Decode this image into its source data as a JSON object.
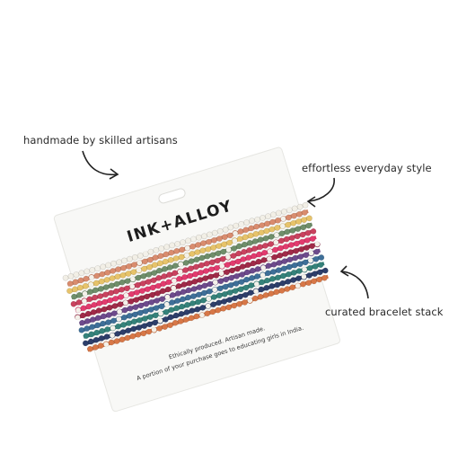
{
  "callouts": [
    {
      "text": "handmade by skilled artisans"
    },
    {
      "text": "effortless everyday style"
    },
    {
      "text": "curated bracelet stack"
    }
  ],
  "card": {
    "brand": "INK+ALLOY",
    "line1": "Ethically produced. Artisan made.",
    "line2": "A portion of your purchase goes to educating girls in India.",
    "color": "#f8f8f6"
  },
  "bead_strands": [
    {
      "color": "#f2efe6"
    },
    {
      "color": "#d98c6e"
    },
    {
      "color": "#e7c36a"
    },
    {
      "color": "#6f8e6a"
    },
    {
      "color": "#c9425f"
    },
    {
      "color": "#e23b6e"
    },
    {
      "color": "#a02a48"
    },
    {
      "color": "#6d4a8c"
    },
    {
      "color": "#3e6f98"
    },
    {
      "color": "#35827a"
    },
    {
      "color": "#2d3e6a"
    },
    {
      "color": "#d77747"
    }
  ],
  "background": "#ffffff"
}
